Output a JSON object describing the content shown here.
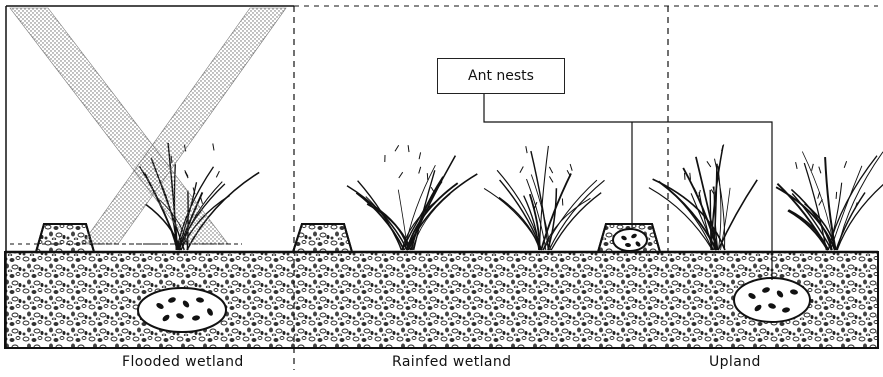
{
  "callout": {
    "label": "Ant nests"
  },
  "zones": [
    {
      "label": "Flooded wetland"
    },
    {
      "label": "Rainfed wetland"
    },
    {
      "label": "Upland"
    }
  ],
  "icons": {
    "cross": "cross-out-icon",
    "rice": "rice-plant-icon",
    "nest": "ant-nest-icon",
    "bund": "bund-icon"
  }
}
